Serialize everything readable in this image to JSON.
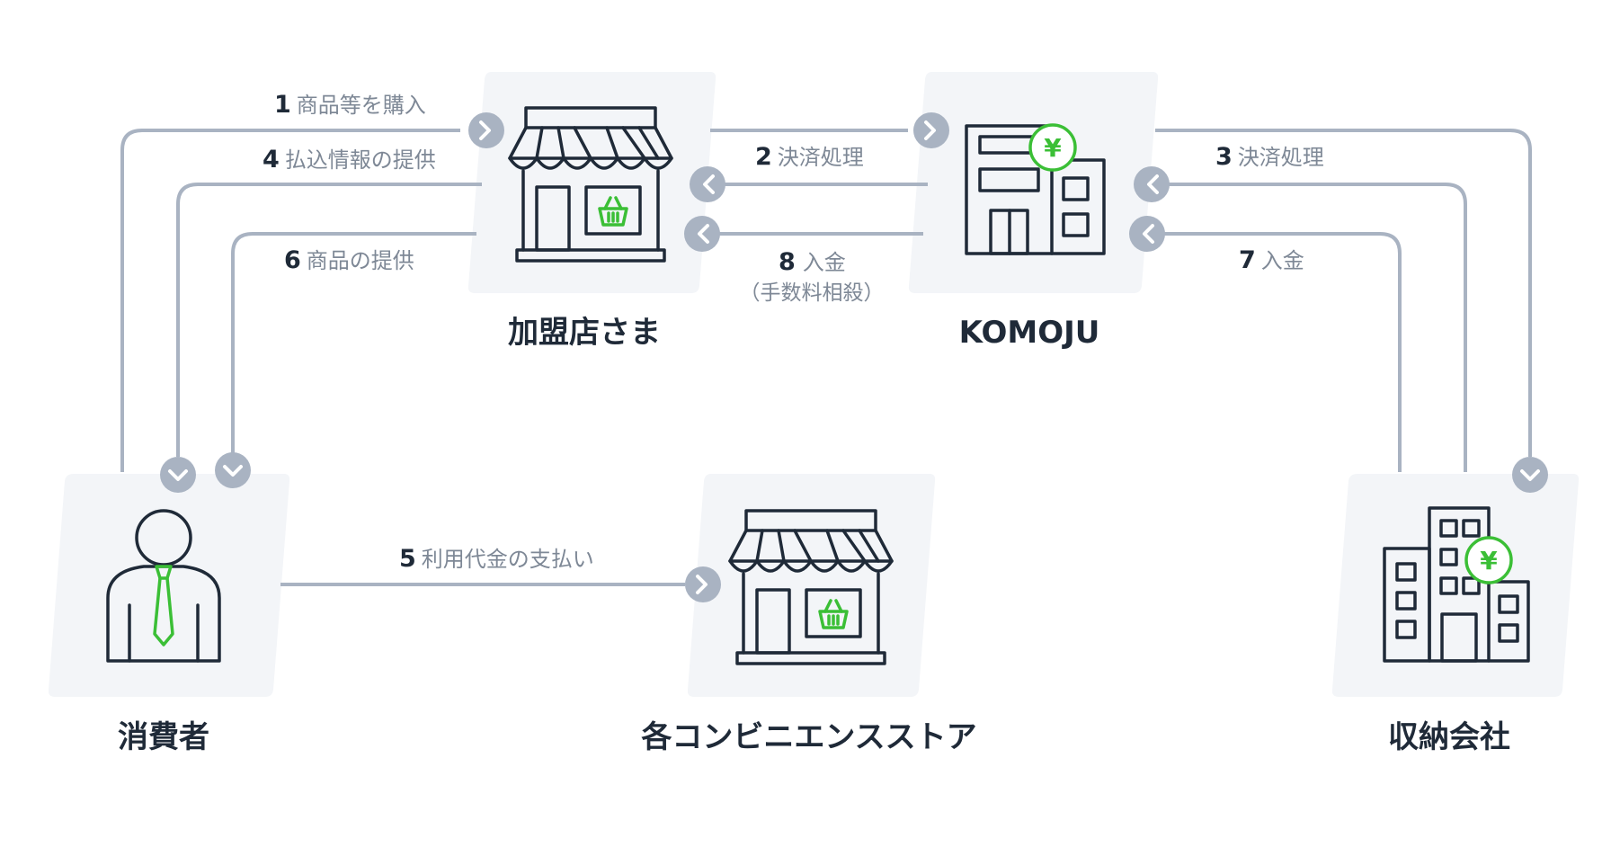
{
  "nodes": {
    "merchant": "加盟店さま",
    "komoju": "KOMOJU",
    "consumer": "消費者",
    "convenience_store": "各コンビニエンスストア",
    "collection_agency": "収納会社"
  },
  "steps": [
    {
      "num": "1",
      "label": "商品等を購入"
    },
    {
      "num": "2",
      "label": "決済処理"
    },
    {
      "num": "3",
      "label": "決済処理"
    },
    {
      "num": "4",
      "label": "払込情報の提供"
    },
    {
      "num": "5",
      "label": "利用代金の支払い"
    },
    {
      "num": "6",
      "label": "商品の提供"
    },
    {
      "num": "7",
      "label": "入金"
    },
    {
      "num": "8",
      "label": "入金",
      "sublabel": "（手数料相殺）"
    }
  ],
  "icons": {
    "yen_symbol": "¥",
    "merchant_icon": "storefront-icon",
    "komoju_icon": "office-building-yen-icon",
    "consumer_icon": "person-with-tie-icon",
    "store_icon": "storefront-icon",
    "agency_icon": "office-tower-yen-icon"
  },
  "colors": {
    "card": "#f3f5f8",
    "connector": "#a9b3c2",
    "icon_line": "#1f2a38",
    "accent_green": "#3bbf36",
    "label_text": "#1f2a38",
    "step_text": "#7e8896"
  }
}
